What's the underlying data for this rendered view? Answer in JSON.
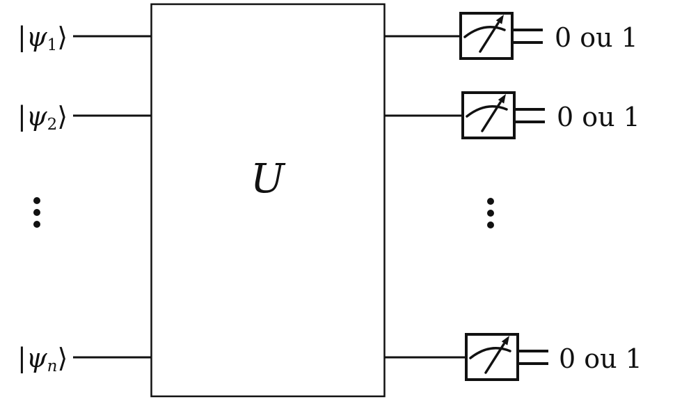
{
  "diagram": {
    "type": "quantum-circuit",
    "unitary": {
      "label": "U"
    },
    "inputs": [
      {
        "bar": "|",
        "symbol": "ψ",
        "subscript": "1",
        "ket": "⟩"
      },
      {
        "bar": "|",
        "symbol": "ψ",
        "subscript": "2",
        "ket": "⟩"
      },
      {
        "bar": "|",
        "symbol": "ψ",
        "subscript": "n",
        "ket": "⟩"
      }
    ],
    "measurements": [
      {
        "icon": "meter-icon",
        "result": "0 ou 1"
      },
      {
        "icon": "meter-icon",
        "result": "0 ou 1"
      },
      {
        "icon": "meter-icon",
        "result": "0 ou 1"
      }
    ],
    "ellipsis_icon": "vertical-dots-icon",
    "colors": {
      "line": "#111111",
      "background": "#ffffff"
    }
  }
}
